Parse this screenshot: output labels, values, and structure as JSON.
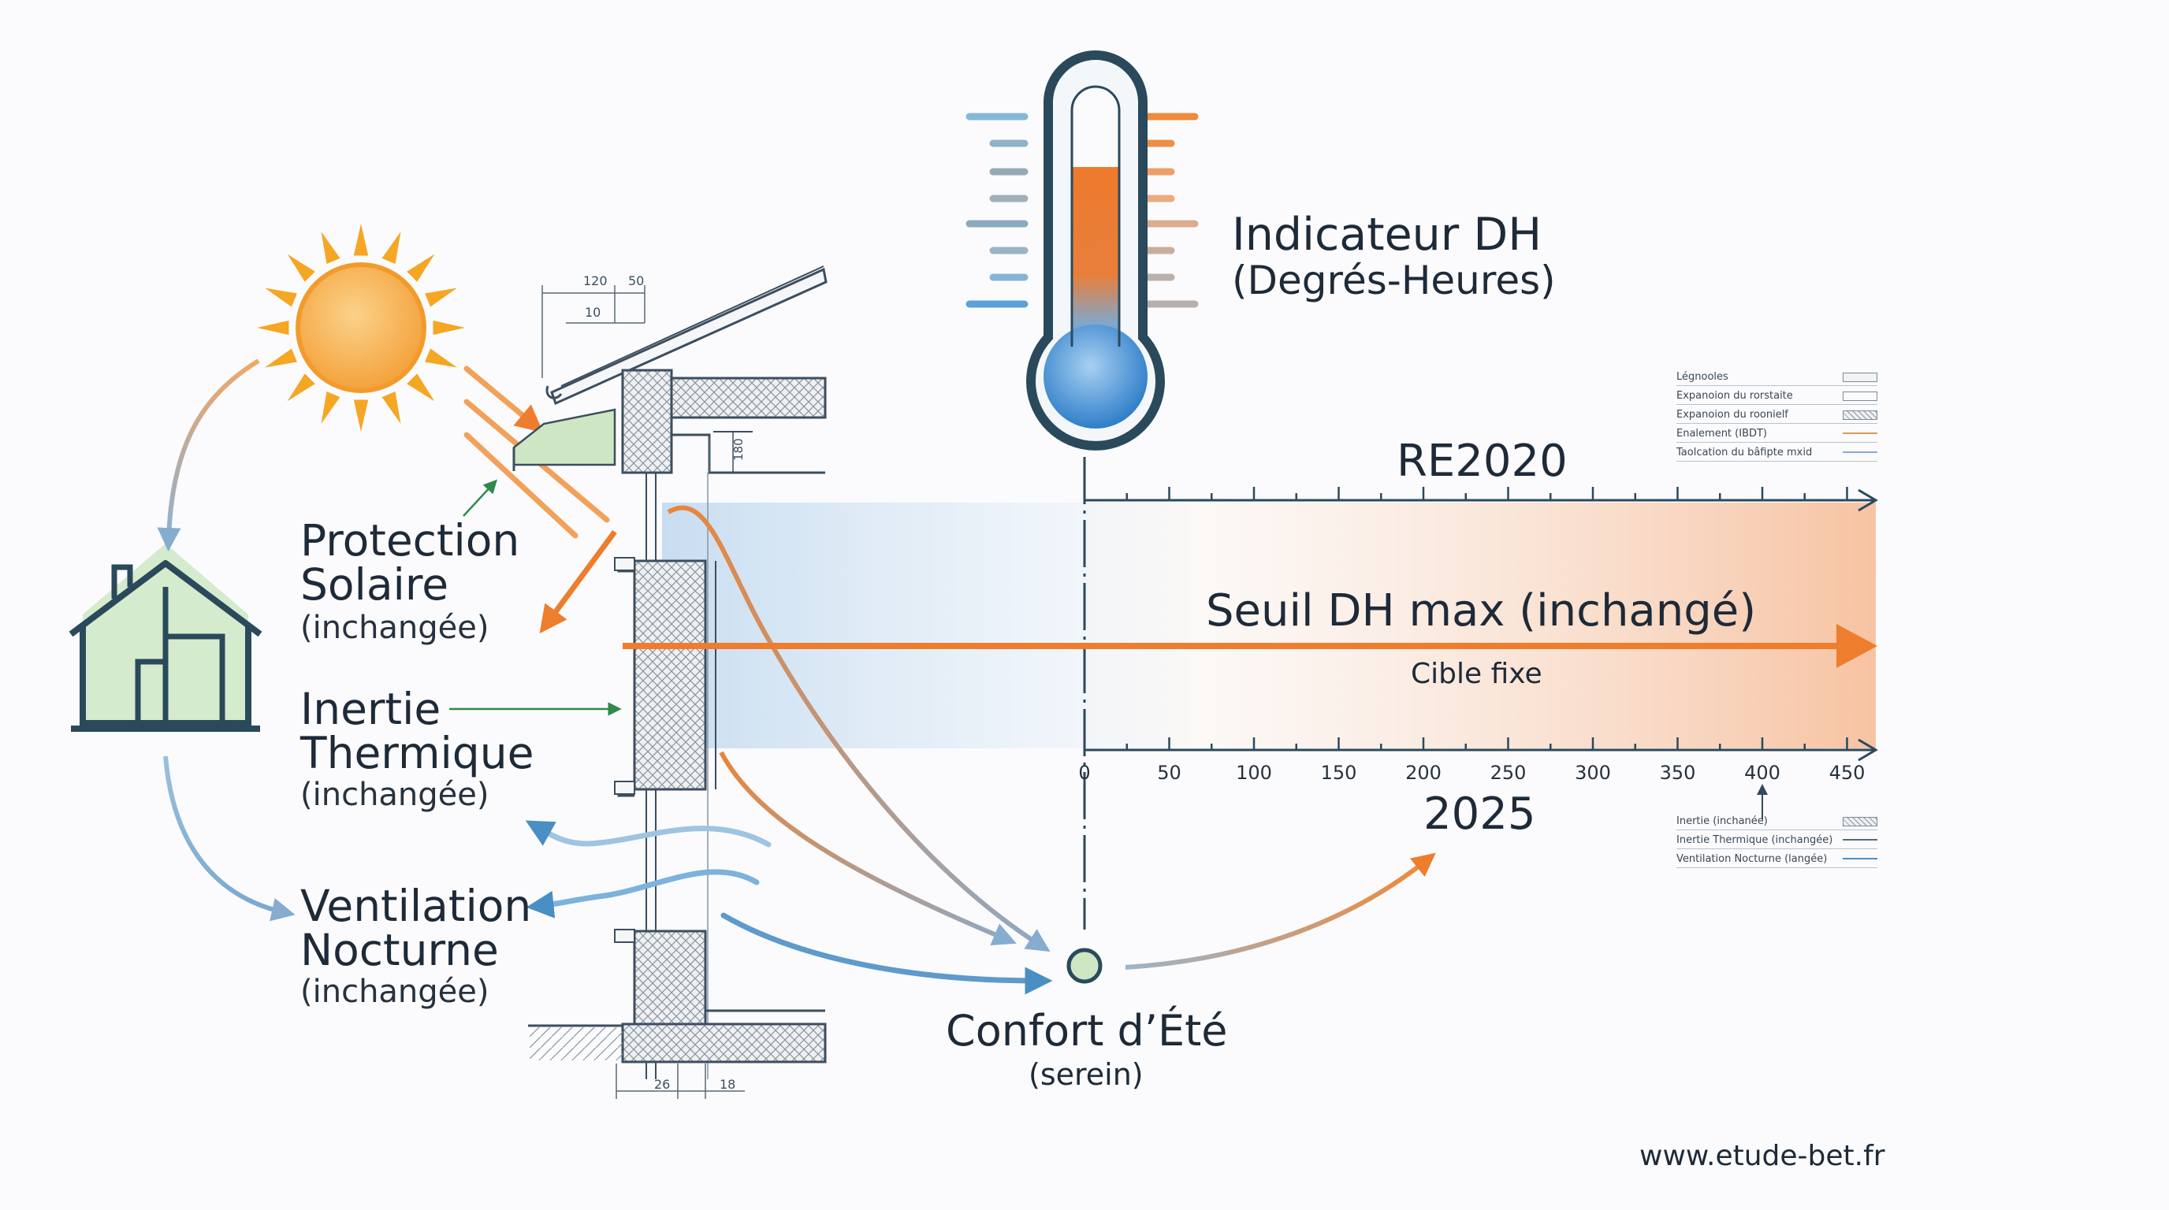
{
  "thermometer": {
    "title_line1": "Indicateur DH",
    "title_line2": "(Degrés-Heures)"
  },
  "labels": {
    "protection_line1": "Protection",
    "protection_line2": "Solaire",
    "protection_note": "(inchangée)",
    "inertie_line1": "Inertie",
    "inertie_line2": "Thermique",
    "inertie_note": "(inchangée)",
    "ventilation_line1": "Ventilation",
    "ventilation_line2": "Nocturne",
    "ventilation_note": "(inchangée)",
    "confort_title": "Confort d’Été",
    "confort_note": "(serein)"
  },
  "timeline": {
    "top_label": "RE2020",
    "threshold_label": "Seuil DH max (inchangé)",
    "target_label": "Cible fixe",
    "bottom_label": "2025",
    "tick_labels": [
      "0",
      "50",
      "100",
      "150",
      "200",
      "250",
      "300",
      "350",
      "400",
      "450"
    ]
  },
  "detail_dimensions": {
    "dim_top_a": "120",
    "dim_top_b": "50",
    "dim_top_c": "10",
    "dim_side": "180",
    "dim_bottom_a": "26",
    "dim_bottom_b": "18"
  },
  "legend_top": {
    "title": "Légnooles",
    "items": [
      {
        "label": "Expanoion du rorstaite",
        "swatch": "plain"
      },
      {
        "label": "Expanoion du roonielf",
        "swatch": "hatched"
      },
      {
        "label": "Enalement (IBDT)",
        "swatch": "line-orange"
      },
      {
        "label": "Taolcation du bâfipte mxid",
        "swatch": "arrow-blue"
      }
    ]
  },
  "legend_bottom": {
    "items": [
      {
        "label": "Inertie (inchanée)",
        "swatch": "hatched"
      },
      {
        "label": "Inertie Thermique (inchangée)",
        "swatch": "line"
      },
      {
        "label": "Ventilation Nocturne (langée)",
        "swatch": "curve-blue"
      }
    ]
  },
  "footer": {
    "url": "www.etude-bet.fr"
  },
  "colors": {
    "orange": "#ee7d2d",
    "blue": "#4a8fc4",
    "green": "#2f8a4c",
    "navy": "#27485f",
    "house_fill": "#d5ebcd",
    "sun": "#f5a623"
  }
}
